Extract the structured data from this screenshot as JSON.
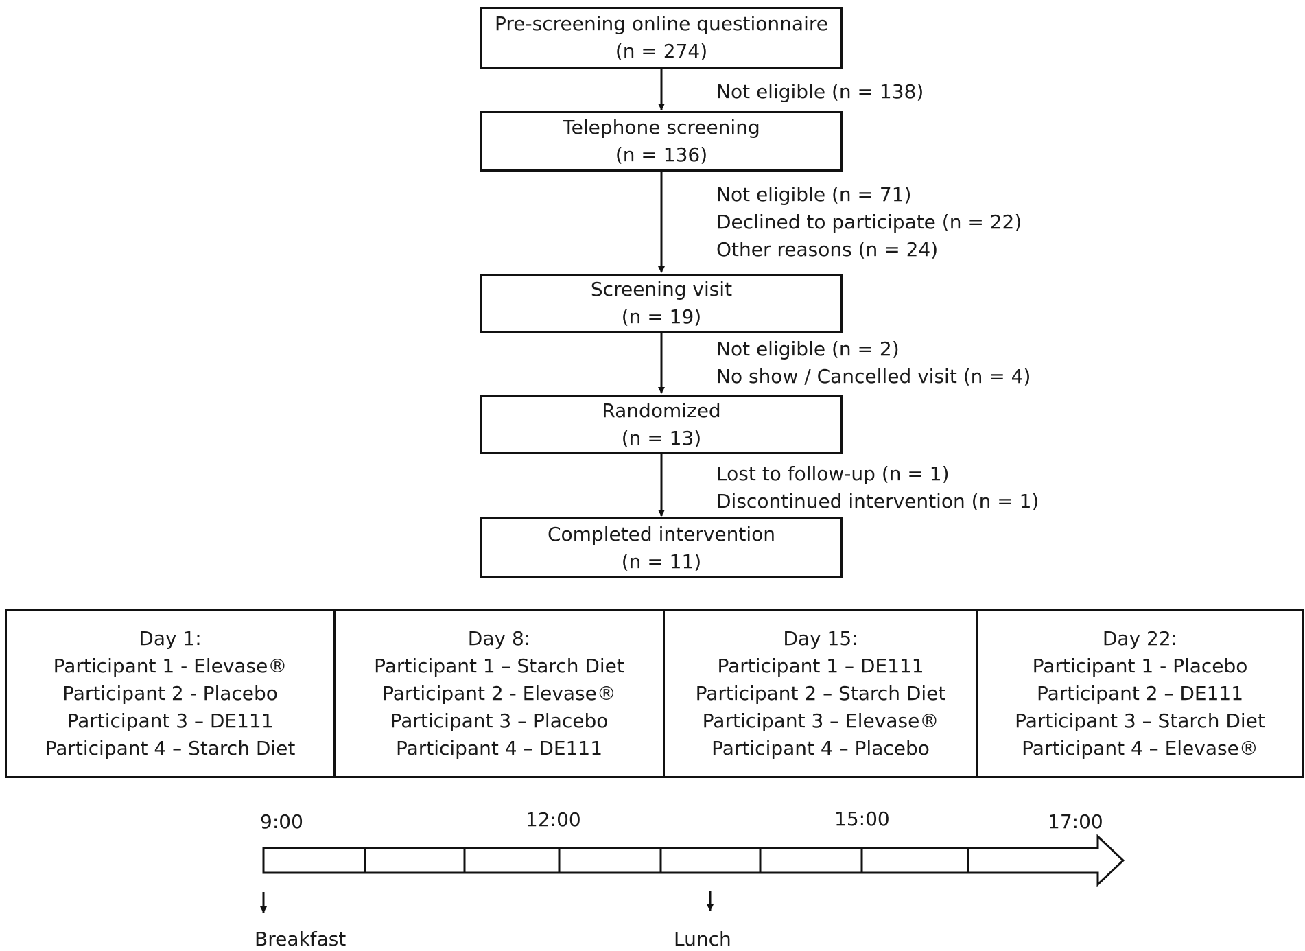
{
  "flow": {
    "boxes": [
      {
        "title": "Pre-screening online questionnaire",
        "count": "(n = 274)"
      },
      {
        "title": "Telephone screening",
        "count": "(n = 136)"
      },
      {
        "title": "Screening visit",
        "count": "(n = 19)"
      },
      {
        "title": "Randomized",
        "count": "(n = 13)"
      },
      {
        "title": "Completed intervention",
        "count": "(n = 11)"
      }
    ],
    "exclusions": [
      [
        "Not eligible (n = 138)"
      ],
      [
        "Not eligible (n = 71)",
        "Declined to participate (n = 22)",
        "Other reasons (n = 24)"
      ],
      [
        "Not eligible (n = 2)",
        "No show / Cancelled visit (n = 4)"
      ],
      [
        "Lost to follow-up (n = 1)",
        "Discontinued intervention (n = 1)"
      ]
    ]
  },
  "schedule": {
    "days": [
      {
        "label": "Day 1:",
        "rows": [
          "Participant 1 - Elevase®",
          "Participant 2 - Placebo",
          "Participant 3 – DE111",
          "Participant 4 – Starch Diet"
        ]
      },
      {
        "label": "Day 8:",
        "rows": [
          "Participant 1 – Starch Diet",
          "Participant 2 - Elevase®",
          "Participant 3 – Placebo",
          "Participant 4 – DE111"
        ]
      },
      {
        "label": "Day 15:",
        "rows": [
          "Participant 1 – DE111",
          "Participant 2 – Starch Diet",
          "Participant 3 – Elevase®",
          "Participant 4 – Placebo"
        ]
      },
      {
        "label": "Day 22:",
        "rows": [
          "Participant 1 - Placebo",
          "Participant 2 – DE111",
          "Participant 3 – Starch Diet",
          "Participant 4 – Elevase®"
        ]
      }
    ]
  },
  "timeline": {
    "times": [
      "9:00",
      "12:00",
      "15:00",
      "17:00"
    ],
    "events": [
      "Breakfast",
      "Lunch"
    ]
  }
}
